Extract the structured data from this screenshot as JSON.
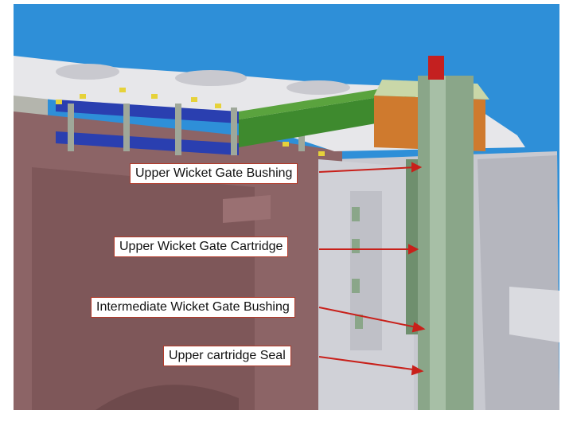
{
  "labels": [
    {
      "text": "Upper Wicket Gate Bushing"
    },
    {
      "text": "Upper Wicket Gate Cartridge"
    },
    {
      "text": "Intermediate Wicket Gate Bushing"
    },
    {
      "text": "Upper cartridge Seal"
    }
  ],
  "colors": {
    "background": "#2e8fd8",
    "casing_maroon": "#8c6466",
    "casing_gray": "#c8c9d0",
    "plate_top": "#e7e7ea",
    "lever_green": "#3e8a2e",
    "flange_orange": "#cf7a2e",
    "ring_blue": "#2a3fb0",
    "bolt_yellow": "#e6d23a",
    "stem_green": "#8aa689",
    "leader_red": "#c8201a"
  }
}
